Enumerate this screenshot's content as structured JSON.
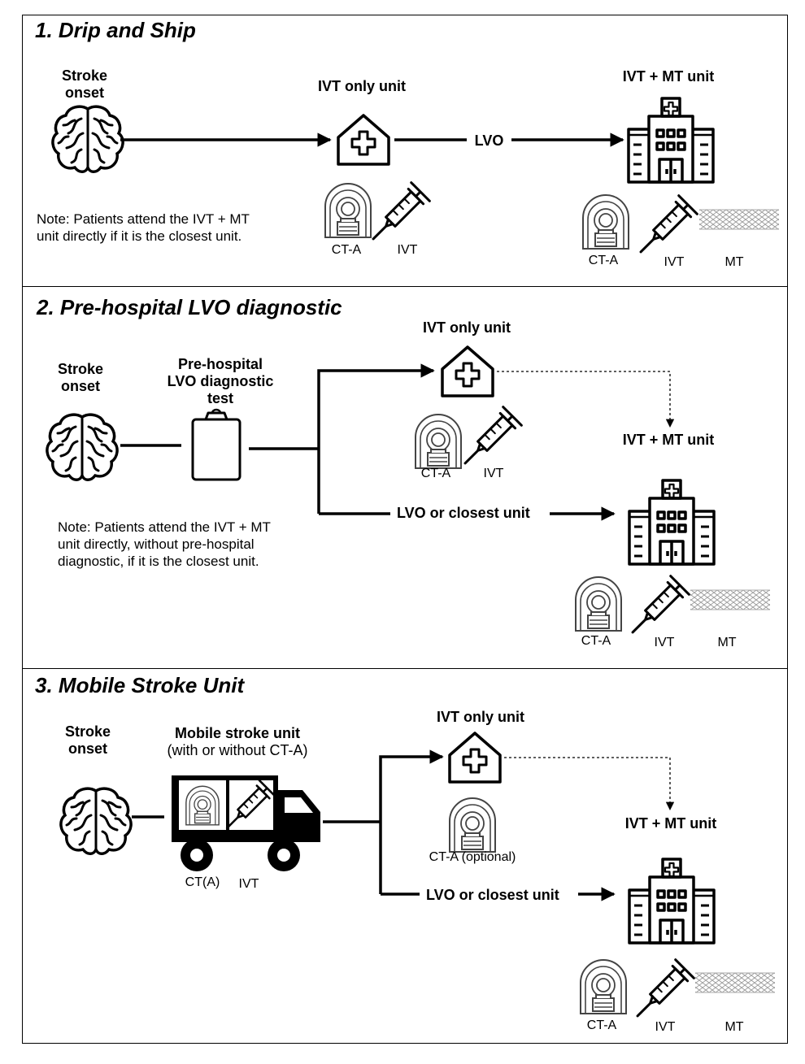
{
  "panels": [
    {
      "title": "1. Drip and Ship",
      "onset": "Stroke\nonset",
      "ivt_unit": "IVT only unit",
      "edge": "LVO",
      "mt_unit": "IVT + MT unit",
      "ivt_unit_equipment": [
        "CT-A",
        "IVT"
      ],
      "mt_unit_equipment": [
        "CT-A",
        "IVT",
        "MT"
      ],
      "note": "Note: Patients attend the IVT + MT\nunit directly if it is the closest unit."
    },
    {
      "title": "2. Pre-hospital LVO diagnostic",
      "onset": "Stroke\nonset",
      "test": "Pre-hospital\nLVO diagnostic\ntest",
      "ivt_unit": "IVT only unit",
      "edge": "LVO or closest unit",
      "mt_unit": "IVT + MT unit",
      "ivt_unit_equipment": [
        "CT-A",
        "IVT"
      ],
      "mt_unit_equipment": [
        "CT-A",
        "IVT",
        "MT"
      ],
      "note": "Note: Patients attend the IVT + MT\nunit directly, without pre-hospital\ndiagnostic, if it is the closest unit."
    },
    {
      "title": "3. Mobile Stroke Unit",
      "onset": "Stroke\nonset",
      "msu_title": "Mobile stroke unit",
      "msu_sub": "(with or without CT-A)",
      "msu_equipment": [
        "CT(A)",
        "IVT"
      ],
      "ivt_unit": "IVT only unit",
      "ivt_unit_equipment": [
        "CT-A (optional)"
      ],
      "edge": "LVO or closest unit",
      "mt_unit": "IVT + MT unit",
      "mt_unit_equipment": [
        "CT-A",
        "IVT",
        "MT"
      ]
    }
  ],
  "icons": [
    "brain-icon",
    "clinic-icon",
    "hospital-icon",
    "ct-scanner-icon",
    "syringe-icon",
    "stent-icon",
    "clipboard-icon",
    "truck-icon"
  ],
  "colors": {
    "line": "#000000",
    "background": "#ffffff",
    "icon_grey": "#555555"
  }
}
